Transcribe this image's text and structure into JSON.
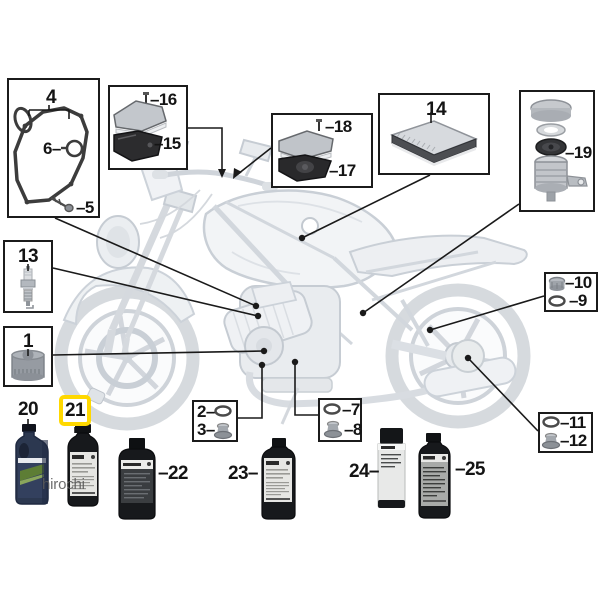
{
  "watermark": "hirochi",
  "highlighted_callout": "21",
  "colors": {
    "highlight_yellow": "#FFD800",
    "callout_line_black": "#1a1a1a",
    "ghost_bike_gray": "#ccd2d9",
    "jug20_navy": "#2c3850",
    "jug20_swoosh_green": "#5d7d35",
    "bottle_black": "#17191c",
    "label_light": "#e6e6e3"
  },
  "callouts": {
    "c1": "1",
    "c2": "2–",
    "c3": "3–",
    "c4": "4",
    "c5": "–5",
    "c6": "6–",
    "c7": "–7",
    "c8": "–8",
    "c9": "–9",
    "c10": "–10",
    "c11": "–11",
    "c12": "–12",
    "c13": "13",
    "c14": "14",
    "c15": "–15",
    "c16": "–16",
    "c17": "–17",
    "c18": "–18",
    "c19": "–19",
    "c20": "20",
    "c21": "21",
    "c22": "–22",
    "c23": "23–",
    "c24": "24–",
    "c25": "–25"
  }
}
